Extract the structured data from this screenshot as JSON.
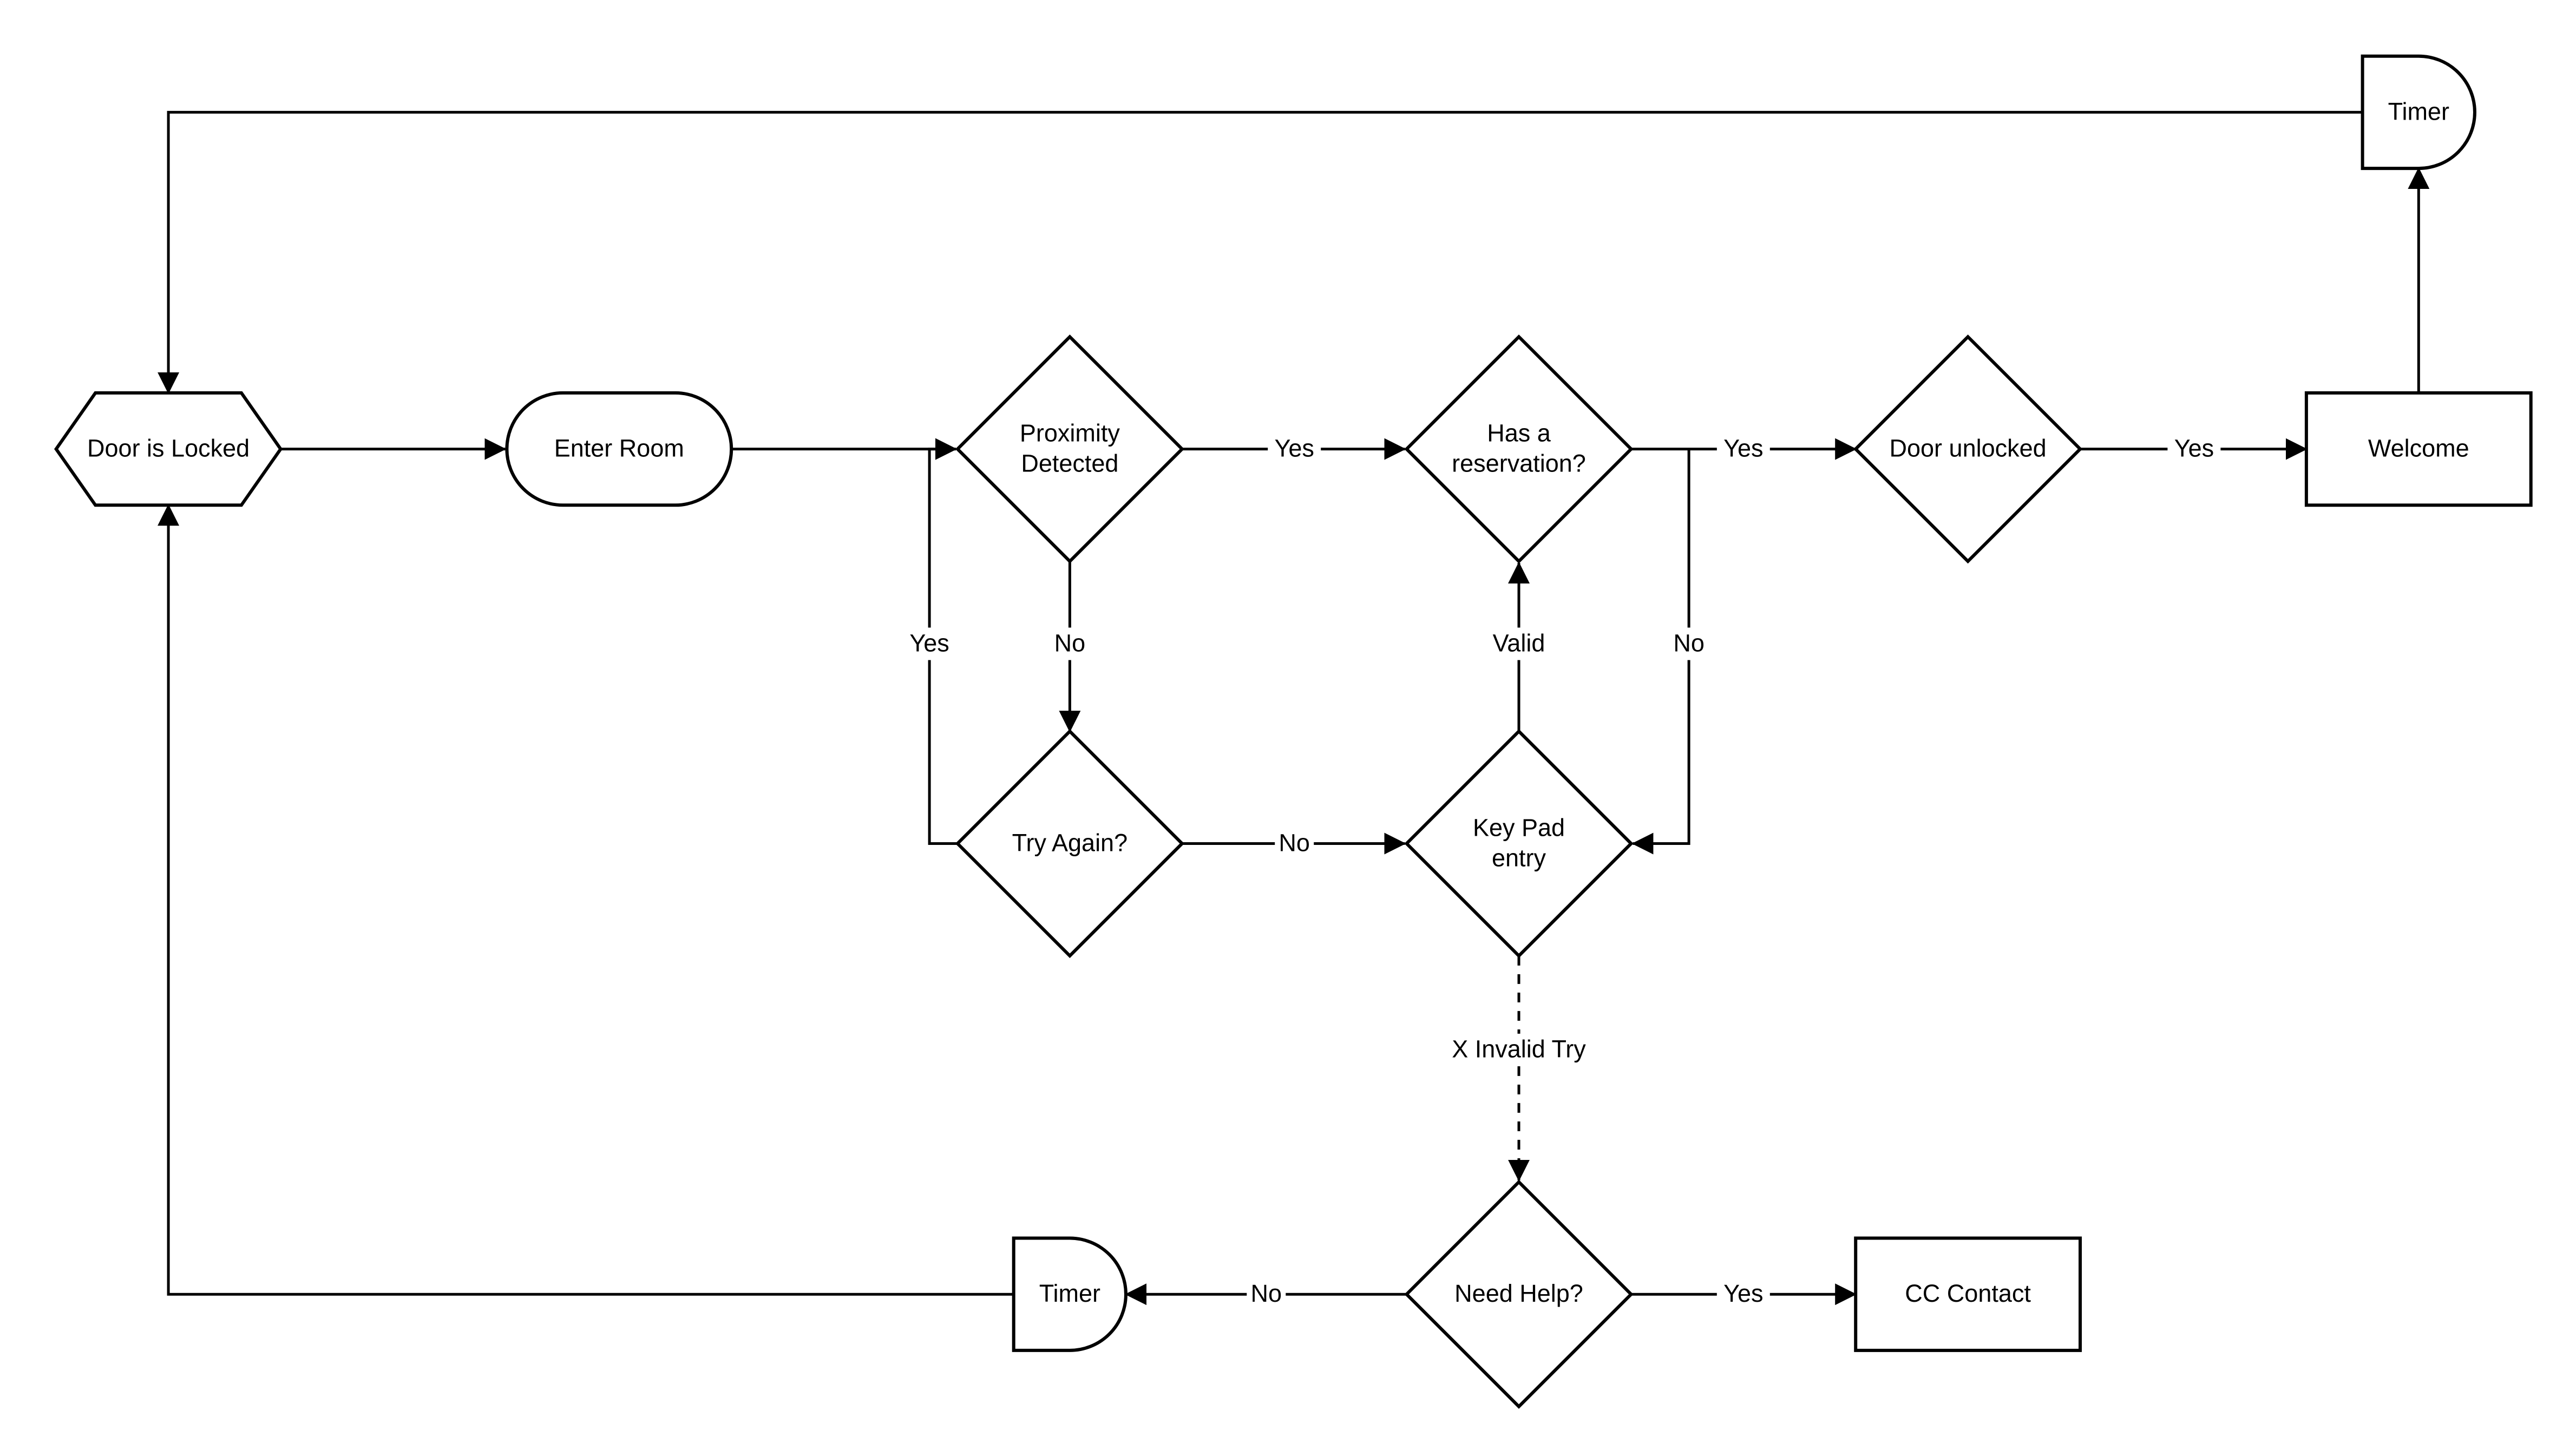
{
  "nodes": {
    "door_locked": {
      "type": "hexagon",
      "lines": [
        "Door is Locked"
      ]
    },
    "enter_room": {
      "type": "terminator",
      "lines": [
        "Enter Room"
      ]
    },
    "proximity": {
      "type": "decision",
      "lines": [
        "Proximity",
        "Detected"
      ]
    },
    "reservation": {
      "type": "decision",
      "lines": [
        "Has a",
        "reservation?"
      ]
    },
    "door_unlocked": {
      "type": "decision",
      "lines": [
        "Door unlocked"
      ]
    },
    "welcome": {
      "type": "process",
      "lines": [
        "Welcome"
      ]
    },
    "timer_top": {
      "type": "delay",
      "lines": [
        "Timer"
      ]
    },
    "try_again": {
      "type": "decision",
      "lines": [
        "Try Again?"
      ]
    },
    "keypad": {
      "type": "decision",
      "lines": [
        "Key Pad",
        "entry"
      ]
    },
    "need_help": {
      "type": "decision",
      "lines": [
        "Need Help?"
      ]
    },
    "cc_contact": {
      "type": "process",
      "lines": [
        "CC Contact"
      ]
    },
    "timer_bottom": {
      "type": "delay",
      "lines": [
        "Timer"
      ]
    }
  },
  "edges": [
    {
      "id": "locked-to-enter",
      "from": "door_locked",
      "to": "enter_room",
      "label": ""
    },
    {
      "id": "enter-to-proximity",
      "from": "enter_room",
      "to": "proximity",
      "label": ""
    },
    {
      "id": "proximity-yes",
      "from": "proximity",
      "to": "reservation",
      "label": "Yes"
    },
    {
      "id": "reservation-yes",
      "from": "reservation",
      "to": "door_unlocked",
      "label": "Yes"
    },
    {
      "id": "unlocked-yes",
      "from": "door_unlocked",
      "to": "welcome",
      "label": "Yes"
    },
    {
      "id": "welcome-to-timer",
      "from": "welcome",
      "to": "timer_top",
      "label": ""
    },
    {
      "id": "timer-top-to-locked",
      "from": "timer_top",
      "to": "door_locked",
      "label": ""
    },
    {
      "id": "proximity-no",
      "from": "proximity",
      "to": "try_again",
      "label": "No"
    },
    {
      "id": "try-again-yes",
      "from": "try_again",
      "to": "proximity",
      "label": "Yes"
    },
    {
      "id": "try-again-no",
      "from": "try_again",
      "to": "keypad",
      "label": "No"
    },
    {
      "id": "keypad-valid",
      "from": "keypad",
      "to": "reservation",
      "label": "Valid"
    },
    {
      "id": "reservation-no",
      "from": "reservation",
      "to": "keypad",
      "label": "No"
    },
    {
      "id": "keypad-invalid",
      "from": "keypad",
      "to": "need_help",
      "label": "X Invalid Try",
      "dashed": true
    },
    {
      "id": "need-help-yes",
      "from": "need_help",
      "to": "cc_contact",
      "label": "Yes"
    },
    {
      "id": "need-help-no",
      "from": "need_help",
      "to": "timer_bottom",
      "label": "No"
    },
    {
      "id": "timer-bottom-to-locked",
      "from": "timer_bottom",
      "to": "door_locked",
      "label": ""
    }
  ]
}
